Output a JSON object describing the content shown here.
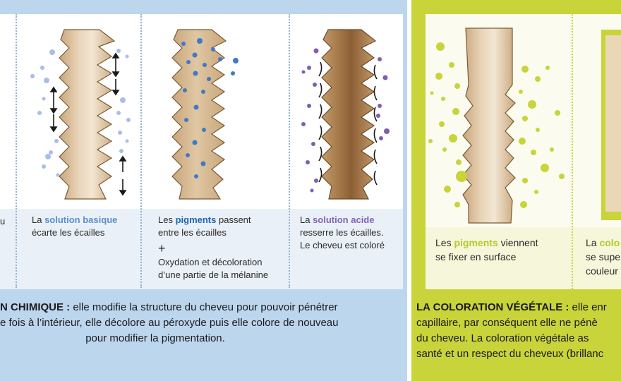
{
  "chemical": {
    "step0_fragment": "u",
    "step1": {
      "pre": "La ",
      "highlight": "solution basique",
      "line2": "écarte les écailles"
    },
    "step2": {
      "pre": "Les ",
      "highlight": "pigments",
      "post": " passent",
      "line2": "entre les écailles",
      "plus": "+",
      "line3": "Oxydation et décoloration",
      "line4": "d’une partie de la mélanine"
    },
    "step3": {
      "pre": "La ",
      "highlight": "solution acide",
      "line2": "resserre les écailles.",
      "line3": "Le cheveu est coloré"
    },
    "desc": {
      "title": "N CHIMIQUE :",
      "line1_rest": " elle modifie la structure du cheveu pour pouvoir pénétrer",
      "line2": "e fois à l’intérieur, elle décolore au péroxyde puis elle colore de nouveau",
      "line3": "pour modifier la pigmentation."
    }
  },
  "vegetal": {
    "step1": {
      "pre": "Les ",
      "highlight": "pigments",
      "post": " viennent",
      "line2": "se fixer en surface"
    },
    "step2": {
      "pre": "La ",
      "highlight": "colo",
      "line2": "se supe",
      "line3": "couleur"
    },
    "desc": {
      "title": "LA COLORATION VÉGÉTALE :",
      "line1_rest": " elle enr",
      "line2": "capillaire, par conséquent elle ne pénè",
      "line3": "du cheveu. La coloration végétale as",
      "line4": "santé et un respect du cheveux (brillanc"
    }
  },
  "colors": {
    "base_blue": "#bcd6ee",
    "green": "#c8d43a",
    "pigment": "#3f79c8",
    "acid": "#7c5fb0",
    "hair": "#d6b994"
  }
}
